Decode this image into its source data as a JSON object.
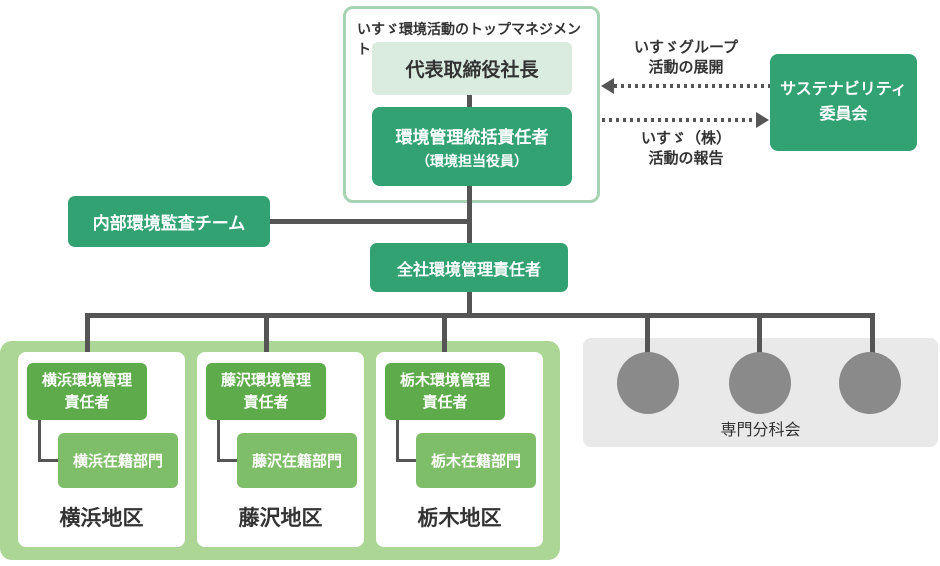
{
  "top_management": {
    "title": "いすゞ環境活動のトップマネジメント",
    "president": "代表取締役社長",
    "director_line1": "環境管理統括責任者",
    "director_line2": "（環境担当役員）"
  },
  "audit_team_label": "内部環境監査チーム",
  "company_manager_label": "全社環境管理責任者",
  "sustainability": {
    "line1": "サステナビリティ",
    "line2": "委員会"
  },
  "arrows": {
    "deploy_line1": "いすゞグループ",
    "deploy_line2": "活動の展開",
    "report_line1": "いすゞ（株）",
    "report_line2": "活動の報告"
  },
  "districts": [
    {
      "manager_line1": "横浜環境管理",
      "manager_line2": "責任者",
      "department": "横浜在籍部門",
      "label": "横浜地区"
    },
    {
      "manager_line1": "藤沢環境管理",
      "manager_line2": "責任者",
      "department": "藤沢在籍部門",
      "label": "藤沢地区"
    },
    {
      "manager_line1": "栃木環境管理",
      "manager_line2": "責任者",
      "department": "栃木在籍部門",
      "label": "栃木地区"
    }
  ],
  "subcommittee_label": "専門分科会",
  "colors": {
    "primary_green": "#33a273",
    "pale_green": "#d9ecdf",
    "frame_green": "#a6d3b2",
    "district_bg_green": "#abd695",
    "manager_green": "#5dab4a",
    "department_green": "#7fbe69",
    "gray_panel": "#e9e9e9",
    "circle_gray": "#8a8a8a",
    "line_gray": "#555555",
    "text_dark": "#333333"
  }
}
